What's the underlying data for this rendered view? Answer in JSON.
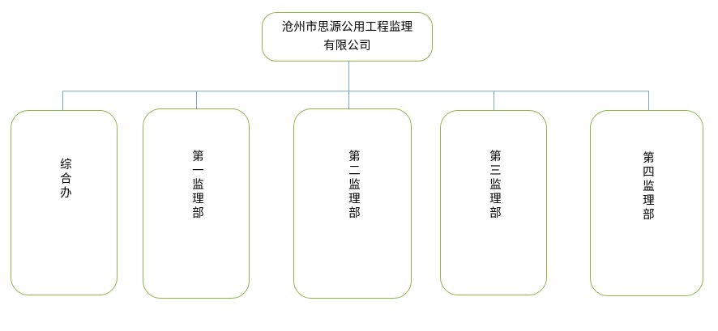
{
  "diagram": {
    "type": "org-chart",
    "title_text": "沧州市思源公用工程监理有限公司",
    "colors": {
      "node_border": "#8cb84a",
      "node_fill": "#ffffff",
      "connector": "#7ba7d7",
      "text": "#000000",
      "background": "#ffffff"
    },
    "root": {
      "label": "沧州市思源公用工程监理\n有限公司",
      "line1": "沧州市思源公用工程监理",
      "line2": "有限公司",
      "orientation": "horizontal"
    },
    "children": [
      {
        "label": "综合办",
        "orientation": "vertical",
        "char_count": 3
      },
      {
        "label": "第一监理部",
        "orientation": "vertical",
        "char_count": 5
      },
      {
        "label": "第二监理部",
        "orientation": "vertical",
        "char_count": 5
      },
      {
        "label": "第三监理部",
        "orientation": "vertical",
        "char_count": 5
      },
      {
        "label": "第四监理部",
        "orientation": "vertical",
        "char_count": 5
      }
    ]
  }
}
